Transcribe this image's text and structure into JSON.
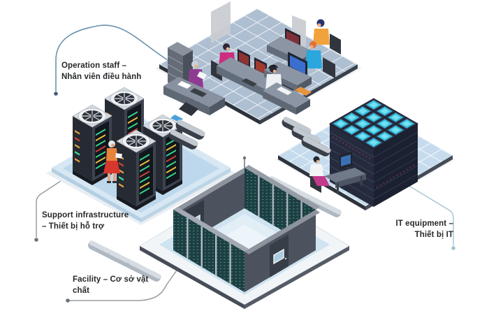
{
  "diagram_title": "Data center components (isometric infographic)",
  "labels": {
    "operation": {
      "line1": "Operation staff –",
      "line2": "Nhân viên điều hành"
    },
    "support": {
      "line1": "Support infrastructure",
      "line2": "– Thiết bị hỗ trợ"
    },
    "it": {
      "line1": "IT equipment –",
      "line2": "Thiết bị IT"
    },
    "facility": {
      "line1": "Facility – Cơ sở vật",
      "line2": "chất"
    }
  },
  "scene": {
    "areas": [
      "operation-staff-office",
      "support-infrastructure-cooling-cabinets",
      "it-equipment-rack-cluster",
      "facility-server-room"
    ]
  },
  "colors": {
    "background": "#ffffff",
    "label_text": "#26282b",
    "operation_connector": "#6a92ae",
    "support_connector": "#989ea4",
    "it_connector": "#abc9d8",
    "facility_connector": "#989ea4",
    "platform_blue": "#c6dcee",
    "office_floor": "#aebfd2",
    "rack_teal": "#1d3e44",
    "glow_cyan": "#35c2e2",
    "cabinet_dark": "#262a33",
    "accent_orange": "#f2a23c",
    "accent_magenta": "#cc2e80"
  }
}
